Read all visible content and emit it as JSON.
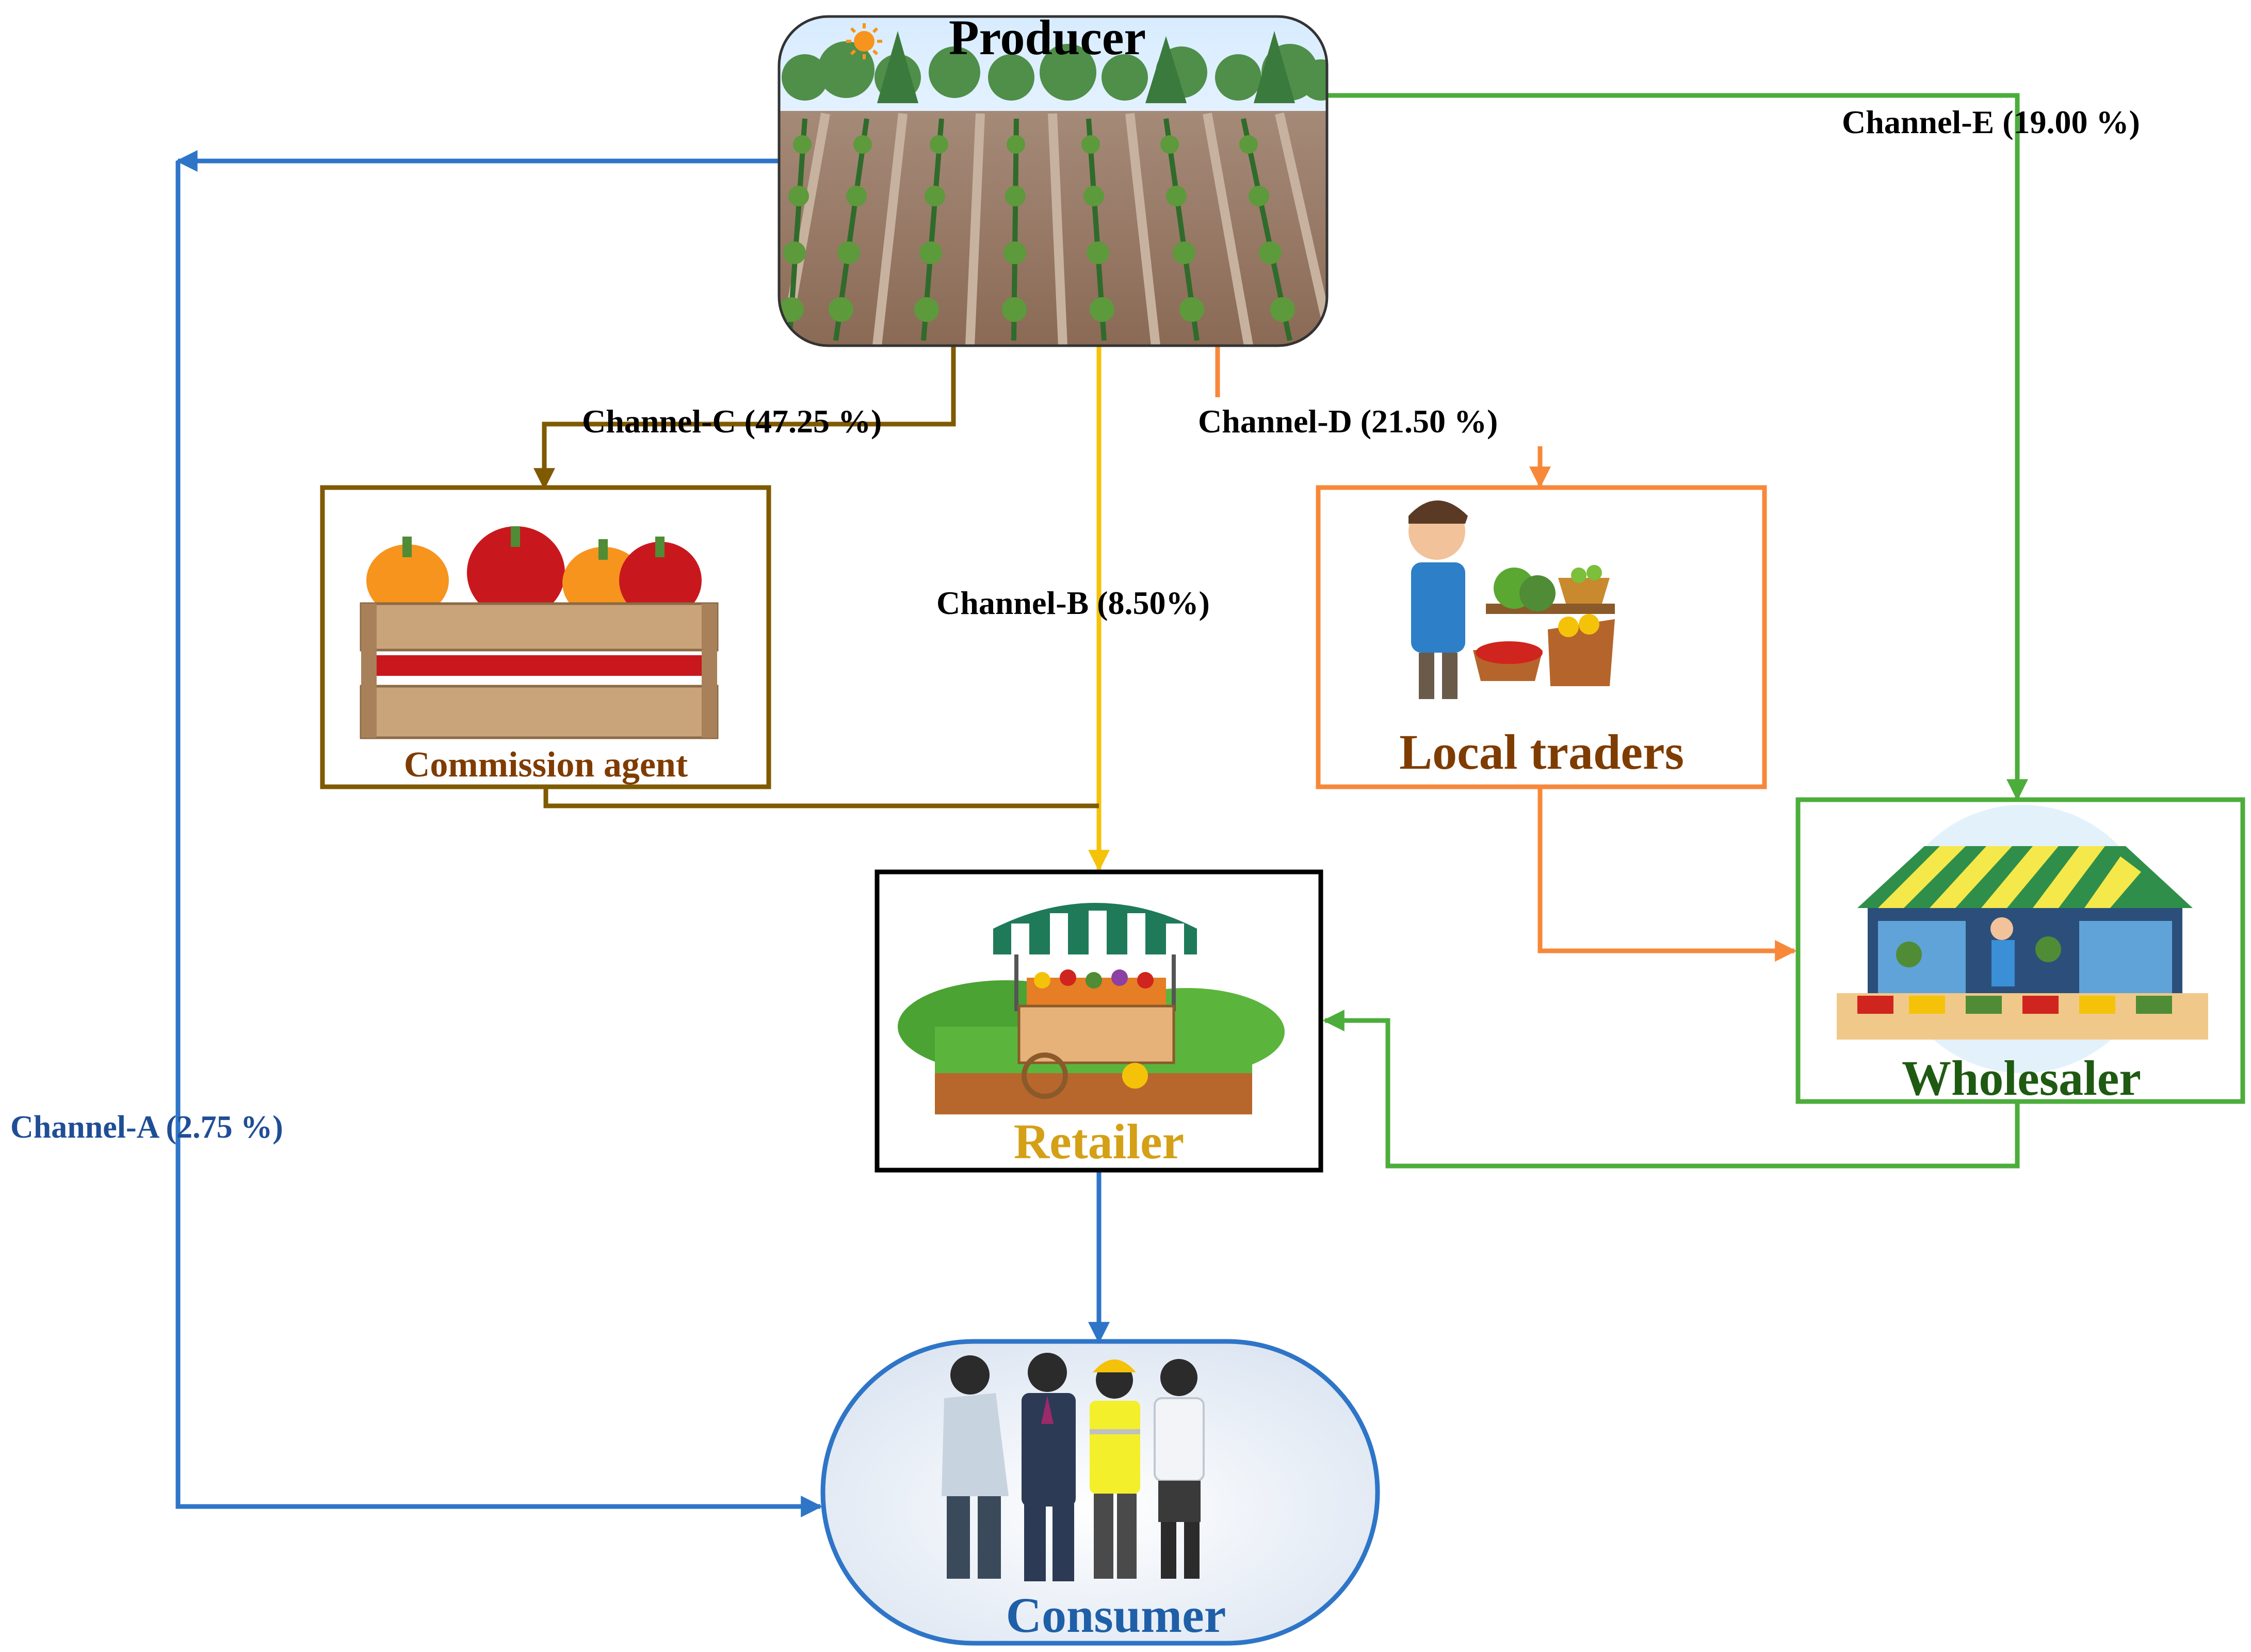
{
  "nodes": {
    "producer": "Producer",
    "commission_agent": "Commission agent",
    "local_traders": "Local traders",
    "retailer": "Retailer",
    "wholesaler": "Wholesaler",
    "consumer": "Consumer"
  },
  "channels": {
    "a": "Channel-A (2.75 %)",
    "b": "Channel-B (8.50%)",
    "c": "Channel-C (47.25 %)",
    "d": "Channel-D (21.50 %)",
    "e": "Channel-E (19.00 %)"
  },
  "colors": {
    "channel_a": "#2e75c8",
    "channel_b": "#f5c20a",
    "channel_c": "#7f5a00",
    "channel_d": "#f7883a",
    "channel_e": "#4cad3c",
    "retailer_border": "#000000",
    "commission_text": "#7f3c00",
    "local_traders_text": "#7f3c00",
    "retailer_text": "#d4a017",
    "wholesaler_text": "#1f5a12",
    "consumer_text": "#1f5fa8"
  },
  "icons": [
    "sun-icon",
    "field-image",
    "pepper-crate-image",
    "vendor-stall-image",
    "fruit-cart-image",
    "market-shop-image",
    "people-group-image"
  ]
}
